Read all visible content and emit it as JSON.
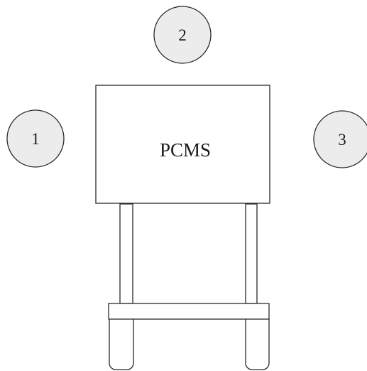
{
  "sign": {
    "label": "PCMS"
  },
  "positions": [
    {
      "label": "1"
    },
    {
      "label": "2"
    },
    {
      "label": "3"
    }
  ],
  "colors": {
    "stroke": "#2a2a2a",
    "position_fill": "#ececec",
    "background": "#ffffff"
  }
}
